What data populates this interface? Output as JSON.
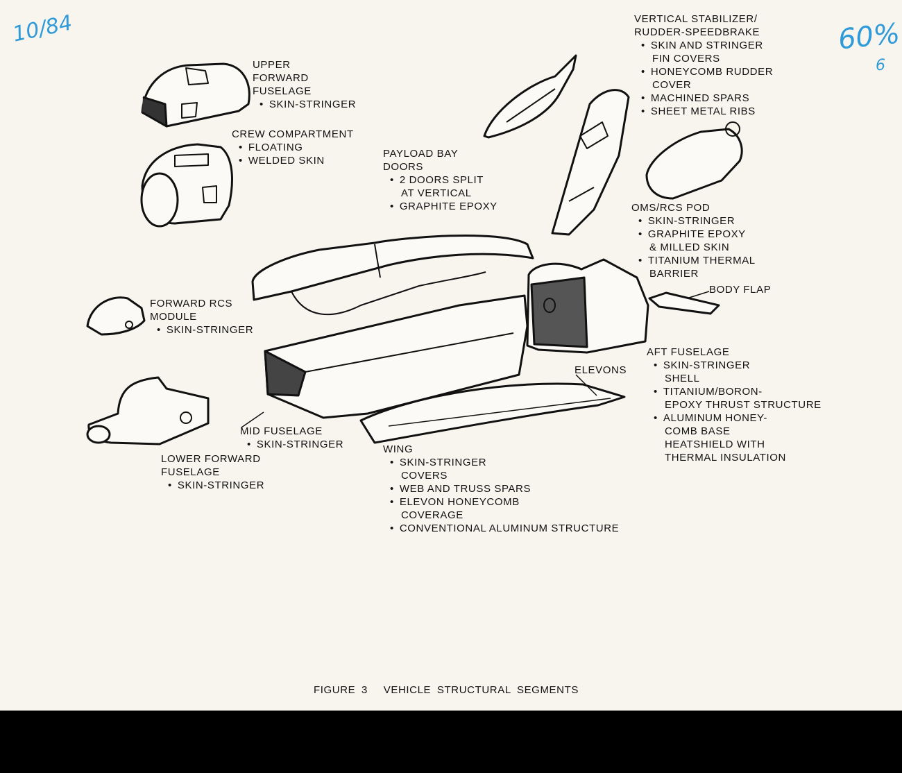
{
  "handwritten": {
    "left": "10/84",
    "right": "60%",
    "right_sub": "6"
  },
  "labels": {
    "upper_fwd": {
      "title": [
        "UPPER",
        "FORWARD",
        "FUSELAGE"
      ],
      "bullets": [
        "SKIN-STRINGER"
      ]
    },
    "crew": {
      "title": [
        "CREW COMPARTMENT"
      ],
      "bullets": [
        "FLOATING",
        "WELDED SKIN"
      ]
    },
    "payload": {
      "title": [
        "PAYLOAD BAY",
        "DOORS"
      ],
      "bullets": [
        "2 DOORS SPLIT",
        "AT VERTICAL",
        "GRAPHITE EPOXY"
      ]
    },
    "vert_stab": {
      "title": [
        "VERTICAL STABILIZER/",
        "RUDDER-SPEEDBRAKE"
      ],
      "bullets": [
        "SKIN AND STRINGER",
        "FIN COVERS",
        "HONEYCOMB RUDDER",
        "COVER",
        "MACHINED SPARS",
        "SHEET METAL RIBS"
      ]
    },
    "oms": {
      "title": [
        "OMS/RCS POD"
      ],
      "bullets": [
        "SKIN-STRINGER",
        "GRAPHITE EPOXY",
        "& MILLED SKIN",
        "TITANIUM THERMAL",
        "BARRIER"
      ]
    },
    "body_flap": {
      "title": [
        "BODY FLAP"
      ]
    },
    "fwd_rcs": {
      "title": [
        "FORWARD RCS",
        "MODULE"
      ],
      "bullets": [
        "SKIN-STRINGER"
      ]
    },
    "aft": {
      "title": [
        "AFT FUSELAGE"
      ],
      "bullets": [
        "SKIN-STRINGER",
        "SHELL",
        "TITANIUM/BORON-",
        "EPOXY THRUST STRUCTURE",
        "ALUMINUM HONEY-",
        "COMB BASE",
        "HEATSHIELD WITH",
        "THERMAL INSULATION"
      ]
    },
    "elevons": {
      "title": [
        "ELEVONS"
      ]
    },
    "mid": {
      "title": [
        "MID FUSELAGE"
      ],
      "bullets": [
        "SKIN-STRINGER"
      ]
    },
    "lower_fwd": {
      "title": [
        "LOWER FORWARD",
        "FUSELAGE"
      ],
      "bullets": [
        "SKIN-STRINGER"
      ]
    },
    "wing": {
      "title": [
        "WING"
      ],
      "bullets": [
        "SKIN-STRINGER",
        "COVERS",
        "WEB AND TRUSS SPARS",
        "ELEVON HONEYCOMB",
        "COVERAGE",
        "CONVENTIONAL ALUMINUM STRUCTURE"
      ]
    }
  },
  "caption": {
    "figure": "FIGURE 3",
    "title": "VEHICLE STRUCTURAL SEGMENTS"
  },
  "colors": {
    "paper": "#f8f5ef",
    "ink": "#111111",
    "handwriting": "#2f9ad8"
  }
}
